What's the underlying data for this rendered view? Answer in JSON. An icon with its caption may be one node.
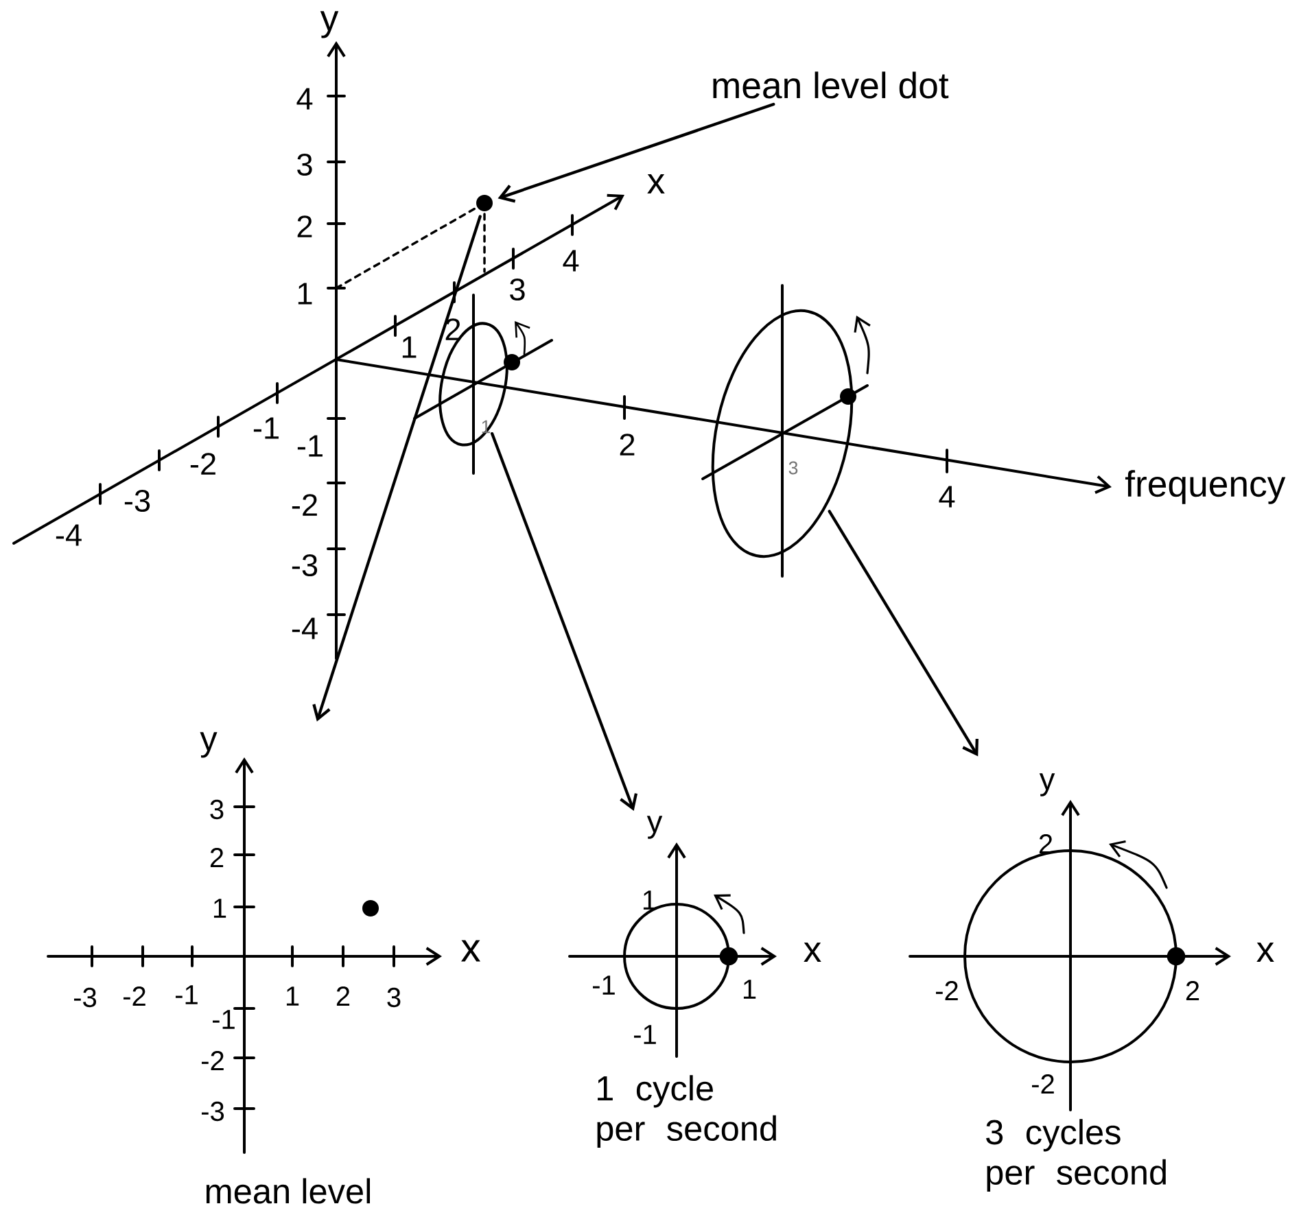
{
  "diagram": {
    "nodes": [
      {
        "text": [
          "mean level dot"
        ]
      },
      {
        "text": [],
        "shape": "circle"
      },
      {
        "text": [],
        "shape": "circle"
      },
      {
        "text": [],
        "shape": "circle"
      },
      {
        "text": [],
        "shape": "picture",
        "beside": [
          "mean level"
        ]
      },
      {
        "text": [],
        "shape": "picture",
        "beside": [
          "1 cycle per second"
        ]
      },
      {
        "text": [],
        "shape": "picture",
        "beside": [
          "3 cycles per second"
        ]
      }
    ],
    "edges": [
      {
        "from": 0,
        "to": 1,
        "arrow": "to"
      },
      {
        "from": 1,
        "to": 4,
        "arrow": "to"
      },
      {
        "from": 2,
        "to": 5,
        "arrow": "to"
      },
      {
        "from": 3,
        "to": 6,
        "arrow": "to"
      }
    ],
    "labels": [
      "y",
      "4",
      "3",
      "2",
      "1",
      "x",
      "1",
      "2",
      "3",
      "4",
      "-1",
      "-2",
      "-3",
      "-4",
      "-1",
      "-2",
      "-3",
      "-4",
      "1",
      "2",
      "3",
      "4",
      "frequency",
      "y",
      "3",
      "2",
      "1",
      "x",
      "-3",
      "-2",
      "-1",
      "1",
      "2",
      "3",
      "-1",
      "-2",
      "-3",
      "y",
      "1",
      "x",
      "-1",
      "1",
      "-1",
      "y",
      "2",
      "x",
      "-2",
      "2",
      "-2"
    ]
  }
}
